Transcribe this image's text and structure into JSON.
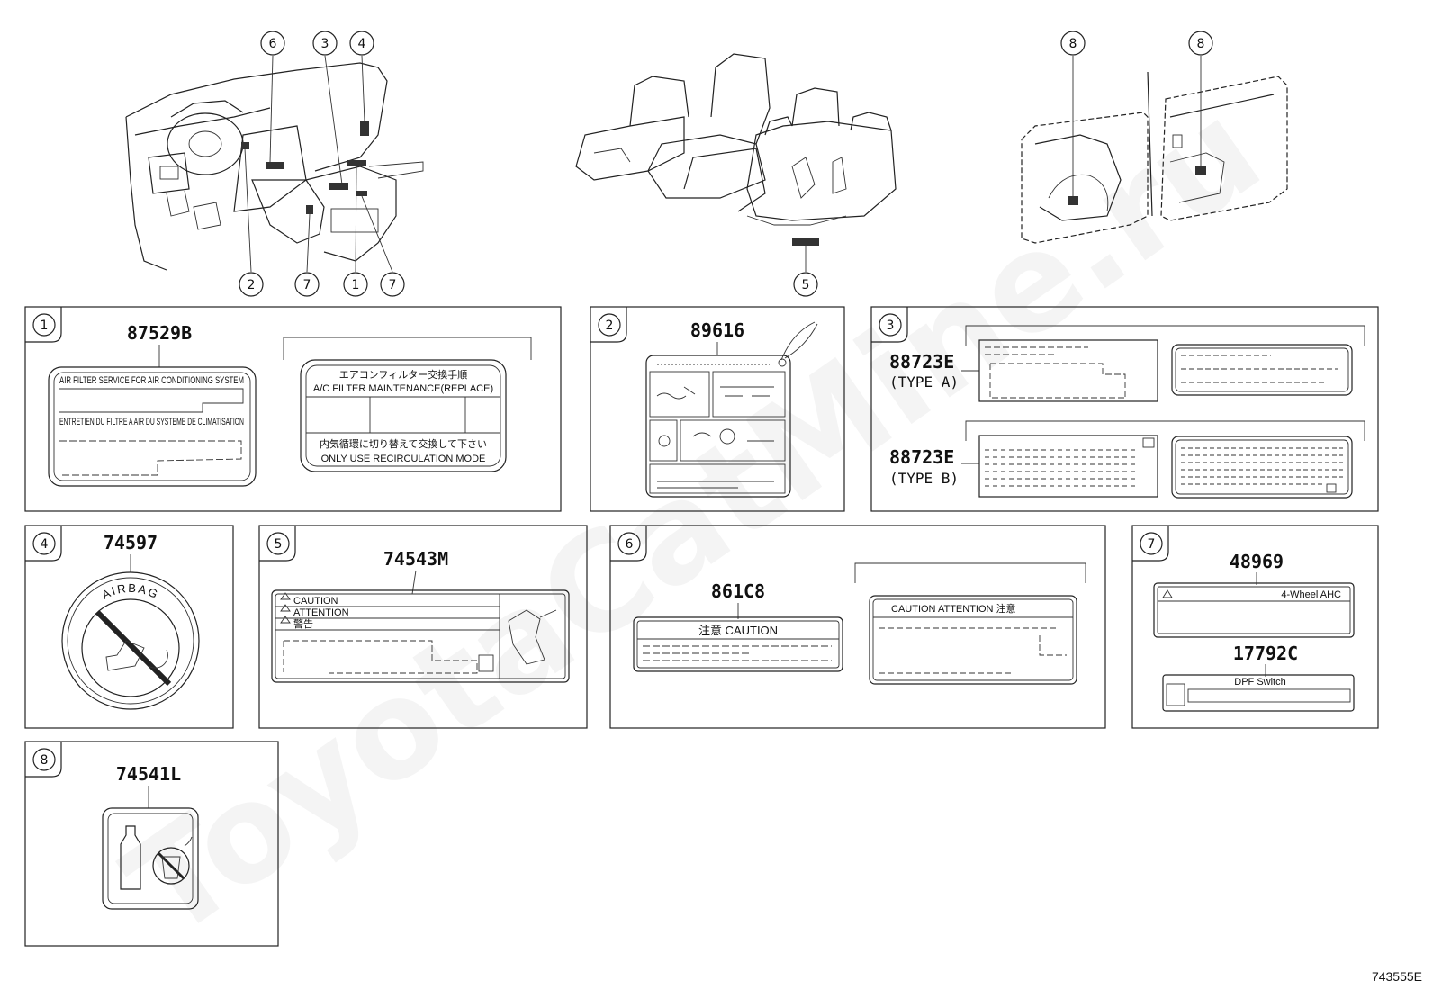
{
  "watermark": "ToyotaCatMine.ru",
  "ref_code": "743555E",
  "callouts": {
    "left": [
      "6",
      "3",
      "4",
      "2",
      "7",
      "1",
      "7"
    ],
    "center": [
      "5"
    ],
    "right": [
      "8",
      "8"
    ]
  },
  "panels": {
    "p1": {
      "num": "1",
      "part": "87529B",
      "label_a_title": "AIR FILTER SERVICE FOR AIR CONDITIONING SYSTEM",
      "label_a_sub": "ENTRETIEN DU FILTRE A AIR DU SYSTEME DE CLIMATISATION",
      "label_b_title_jp": "エアコンフィルター交換手順",
      "label_b_title": "A/C FILTER MAINTENANCE(REPLACE)",
      "label_b_jp": "内気循環に切り替えて交換して下さい",
      "label_b_note": "ONLY USE RECIRCULATION MODE"
    },
    "p2": {
      "num": "2",
      "part": "89616"
    },
    "p3": {
      "num": "3",
      "part_a": "88723E",
      "type_a": "(TYPE A)",
      "part_b": "88723E",
      "type_b": "(TYPE B)"
    },
    "p4": {
      "num": "4",
      "part": "74597",
      "airbag": "AIRBAG"
    },
    "p5": {
      "num": "5",
      "part": "74543M",
      "l1": "CAUTION",
      "l2": "ATTENTION",
      "l3": "警告"
    },
    "p6": {
      "num": "6",
      "part": "861C8",
      "caution_a": "注意 CAUTION",
      "caution_b": "CAUTION ATTENTION 注意"
    },
    "p7": {
      "num": "7",
      "part_a": "48969",
      "label_a_text": "4-Wheel AHC",
      "part_b": "17792C",
      "label_b_text": "DPF Switch"
    },
    "p8": {
      "num": "8",
      "part": "74541L"
    }
  }
}
